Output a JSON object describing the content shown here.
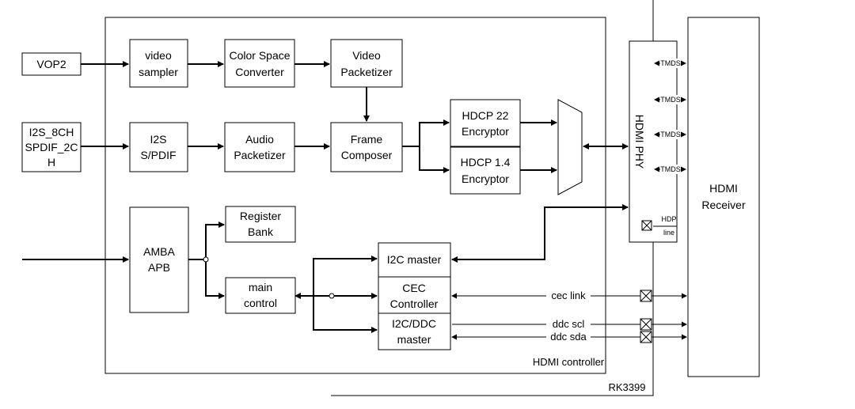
{
  "blocks": {
    "vop2": [
      "VOP2"
    ],
    "i2s_src": [
      "I2S_8CH",
      "SPDIF_2C",
      "H"
    ],
    "video_sampler": [
      "video",
      "sampler"
    ],
    "csc": [
      "Color Space",
      "Converter"
    ],
    "video_packetizer": [
      "Video",
      "Packetizer"
    ],
    "i2s_spdif": [
      "I2S",
      "S/PDIF"
    ],
    "audio_packetizer": [
      "Audio",
      "Packetizer"
    ],
    "frame_composer": [
      "Frame",
      "Composer"
    ],
    "hdcp22": [
      "HDCP 22",
      "Encryptor"
    ],
    "hdcp14": [
      "HDCP 1.4",
      "Encryptor"
    ],
    "amba": [
      "AMBA",
      "APB"
    ],
    "register_bank": [
      "Register",
      "Bank"
    ],
    "main_control": [
      "main",
      "control"
    ],
    "i2c_master": [
      "I2C master"
    ],
    "cec": [
      "CEC",
      "Controller"
    ],
    "i2c_ddc": [
      "I2C/DDC",
      "master"
    ],
    "hdmi_receiver": [
      "HDMI",
      "Receiver"
    ]
  },
  "phy_label": "HDMI PHY",
  "hdp_label": [
    "HDP",
    "line"
  ],
  "tmds_labels": [
    "TMDS",
    "TMDS",
    "TMDS",
    "TMDS"
  ],
  "links": {
    "cec": "cec link",
    "ddc_scl": "ddc scl",
    "ddc_sda": "ddc sda"
  },
  "controller_label": "HDMI controller",
  "soc_label": "RK3399"
}
